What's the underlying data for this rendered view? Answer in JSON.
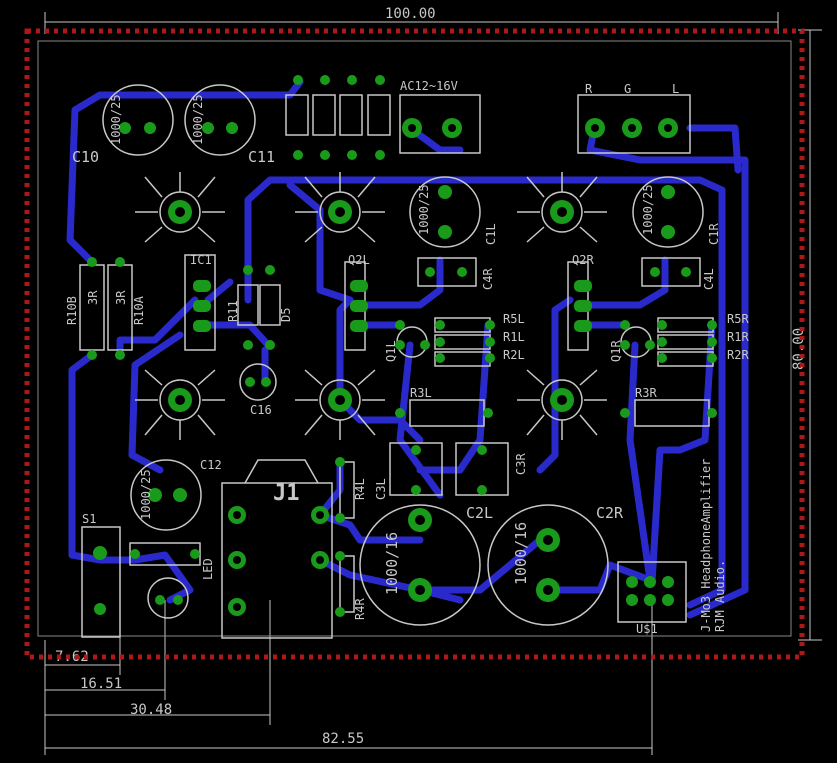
{
  "board": {
    "dimensions": {
      "width_top": "100.00",
      "height_right": "80.00",
      "d1": "7.62",
      "d2": "16.51",
      "d3": "30.48",
      "d4": "82.55"
    },
    "labels": {
      "c10": "C10",
      "c11": "C11",
      "ac": "AC12~16V",
      "r": "R",
      "g": "G",
      "l": "L",
      "ic1": "IC1",
      "r11": "R11",
      "d5": "D5",
      "q2l": "Q2L",
      "q2r": "Q2R",
      "c1l": "C1L",
      "c1r": "C1R",
      "c4r": "C4R",
      "c4l": "C4L",
      "r5l": "R5L",
      "r1l": "R1L",
      "r2l": "R2L",
      "r5r": "R5R",
      "r1r": "R1R",
      "r2r": "R2R",
      "q1l": "Q1L",
      "q1r": "Q1R",
      "r10b": "R10B",
      "r10a": "R10A",
      "c16": "C16",
      "r3l": "R3L",
      "r3r": "R3R",
      "c3l": "C3L",
      "c3r": "C3R",
      "c12": "C12",
      "j1": "J1",
      "r4l": "R4L",
      "r4r": "R4R",
      "c2l": "C2L",
      "c2r": "C2R",
      "s1": "S1",
      "led": "LED",
      "u1": "U$1",
      "cap_small": "1000/25",
      "cap_big": "1000/16",
      "res_val": "3R",
      "title_line1": "J-Mo3 HeadphoneAmplifier",
      "title_line2": "RJM Audio."
    }
  },
  "colors": {
    "background": "#000000",
    "trace": "#2a2acc",
    "pad": "#1a9a1a",
    "silk": "#c8c8c8",
    "outline": "#b01818"
  }
}
